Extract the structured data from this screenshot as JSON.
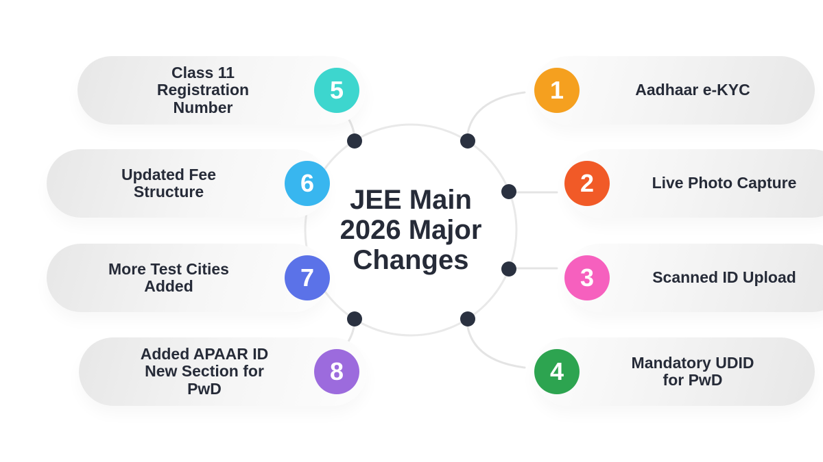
{
  "title": "JEE Main\n2026 Major\nChanges",
  "items": [
    {
      "number": "1",
      "label": "Aadhaar e-KYC",
      "color": "#F5A01F"
    },
    {
      "number": "2",
      "label": "Live Photo Capture",
      "color": "#F15A27"
    },
    {
      "number": "3",
      "label": "Scanned ID Upload",
      "color": "#F660BE"
    },
    {
      "number": "4",
      "label": "Mandatory UDID\nfor PwD",
      "color": "#2DA450"
    },
    {
      "number": "5",
      "label": "Class 11\nRegistration\nNumber",
      "color": "#3DD6CE"
    },
    {
      "number": "6",
      "label": "Updated Fee\nStructure",
      "color": "#38B6EF"
    },
    {
      "number": "7",
      "label": "More Test Cities\nAdded",
      "color": "#5B72E8"
    },
    {
      "number": "8",
      "label": "Added APAAR ID\nNew Section for\nPwD",
      "color": "#9C6BDD"
    }
  ],
  "colors": {
    "background": "#FFFFFF",
    "text_dark": "#262B38",
    "dot": "#2A3140",
    "connector_line": "#E4E4E4",
    "circle_outline": "#E9E9E9"
  }
}
